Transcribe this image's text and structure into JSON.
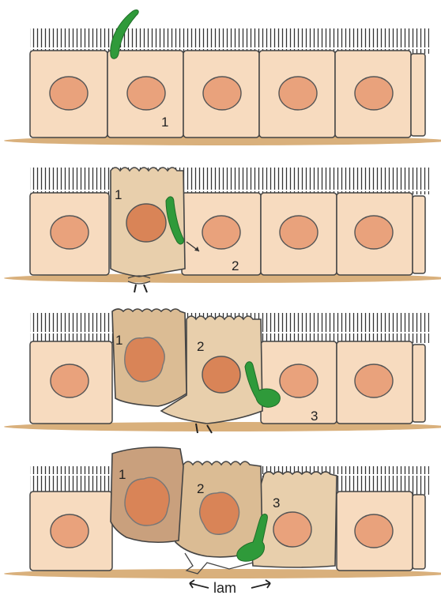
{
  "labels": {
    "p1_c1": "1",
    "p2_c1": "1",
    "p2_c2": "2",
    "p3_c1": "1",
    "p3_c2": "2",
    "p3_c3": "3",
    "p4_c1": "1",
    "p4_c2": "2",
    "p4_c3": "3",
    "lam": "lam"
  },
  "colors": {
    "cell_fill": "#f7dbbf",
    "cell_stroke": "#444444",
    "nucleus_fill": "#e9a27c",
    "nucleus_stroke": "#555555",
    "infected_1": "#e8cfac",
    "infected_2": "#dbbc94",
    "infected_3": "#c9a07d",
    "dark_nucleus": "#d98457",
    "bacterium": "#2f9a3a",
    "basal_layer": "#d9b07c",
    "microvilli": "#333333"
  },
  "panels": [
    "panel-1",
    "panel-2",
    "panel-3",
    "panel-4"
  ]
}
